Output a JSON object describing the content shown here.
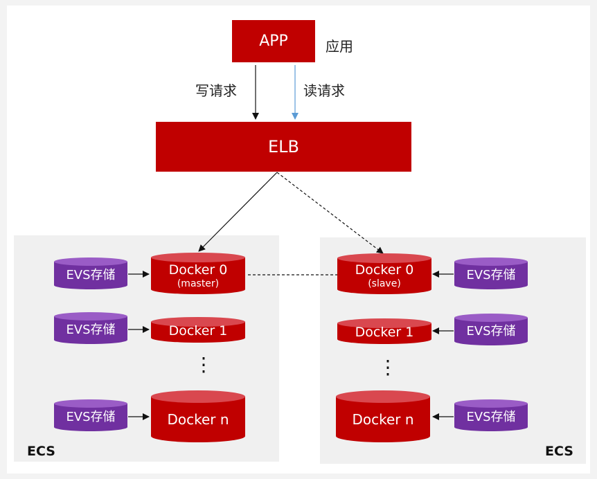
{
  "app": {
    "label": "APP",
    "side_label": "应用"
  },
  "requests": {
    "write": "写请求",
    "read": "读请求"
  },
  "elb": {
    "label": "ELB"
  },
  "left_ecs": {
    "label": "ECS",
    "evs": [
      "EVS存储",
      "EVS存储",
      "EVS存储"
    ],
    "dockers": [
      {
        "name": "Docker 0",
        "role": "(master)"
      },
      {
        "name": "Docker 1"
      },
      {
        "name": "Docker n"
      }
    ],
    "ellipsis": "⋮"
  },
  "right_ecs": {
    "label": "ECS",
    "evs": [
      "EVS存储",
      "EVS存储",
      "EVS存储"
    ],
    "dockers": [
      {
        "name": "Docker 0",
        "role": "(slave)"
      },
      {
        "name": "Docker 1"
      },
      {
        "name": "Docker n"
      }
    ],
    "ellipsis": "⋮"
  },
  "colors": {
    "red": "#c00000",
    "purple": "#7030a0",
    "panel": "#f0f0f0",
    "read_arrow": "#5b9bd5"
  }
}
